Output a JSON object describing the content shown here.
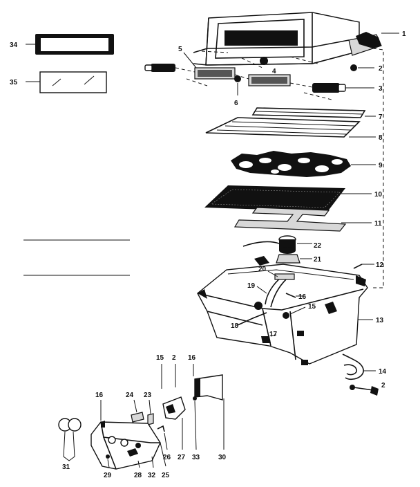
{
  "diagram": {
    "callouts": {
      "c1": "1",
      "c2a": "2",
      "c2b": "2",
      "c2c": "2",
      "c3": "3",
      "c4": "4",
      "c5": "5",
      "c6": "6",
      "c7": "7",
      "c8": "8",
      "c9": "9",
      "c10": "10",
      "c11": "11",
      "c12": "12",
      "c13": "13",
      "c14": "14",
      "c15a": "15",
      "c15b": "15",
      "c16a": "16",
      "c16b": "16",
      "c16c": "16",
      "c17": "17",
      "c18": "18",
      "c19": "19",
      "c20": "20",
      "c21": "21",
      "c22": "22",
      "c23": "23",
      "c24": "24",
      "c25": "25",
      "c26": "26",
      "c27": "27",
      "c28": "28",
      "c29": "29",
      "c30": "30",
      "c31": "31",
      "c32": "32",
      "c33": "33",
      "c34": "34",
      "c35": "35"
    }
  }
}
